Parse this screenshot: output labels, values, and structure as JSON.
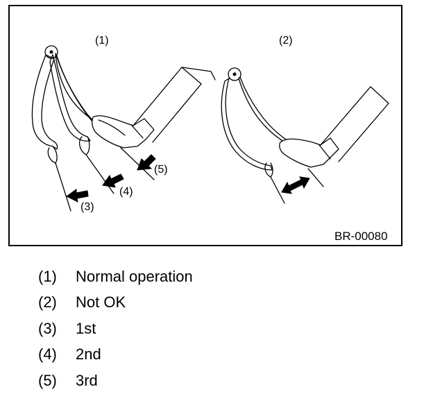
{
  "figure": {
    "panel_labels": [
      "(1)",
      "(2)"
    ],
    "callouts": [
      "(3)",
      "(4)",
      "(5)"
    ],
    "code": "BR-00080"
  },
  "legend": [
    {
      "num": "(1)",
      "text": "Normal operation"
    },
    {
      "num": "(2)",
      "text": "Not OK"
    },
    {
      "num": "(3)",
      "text": "1st"
    },
    {
      "num": "(4)",
      "text": "2nd"
    },
    {
      "num": "(5)",
      "text": "3rd"
    }
  ]
}
